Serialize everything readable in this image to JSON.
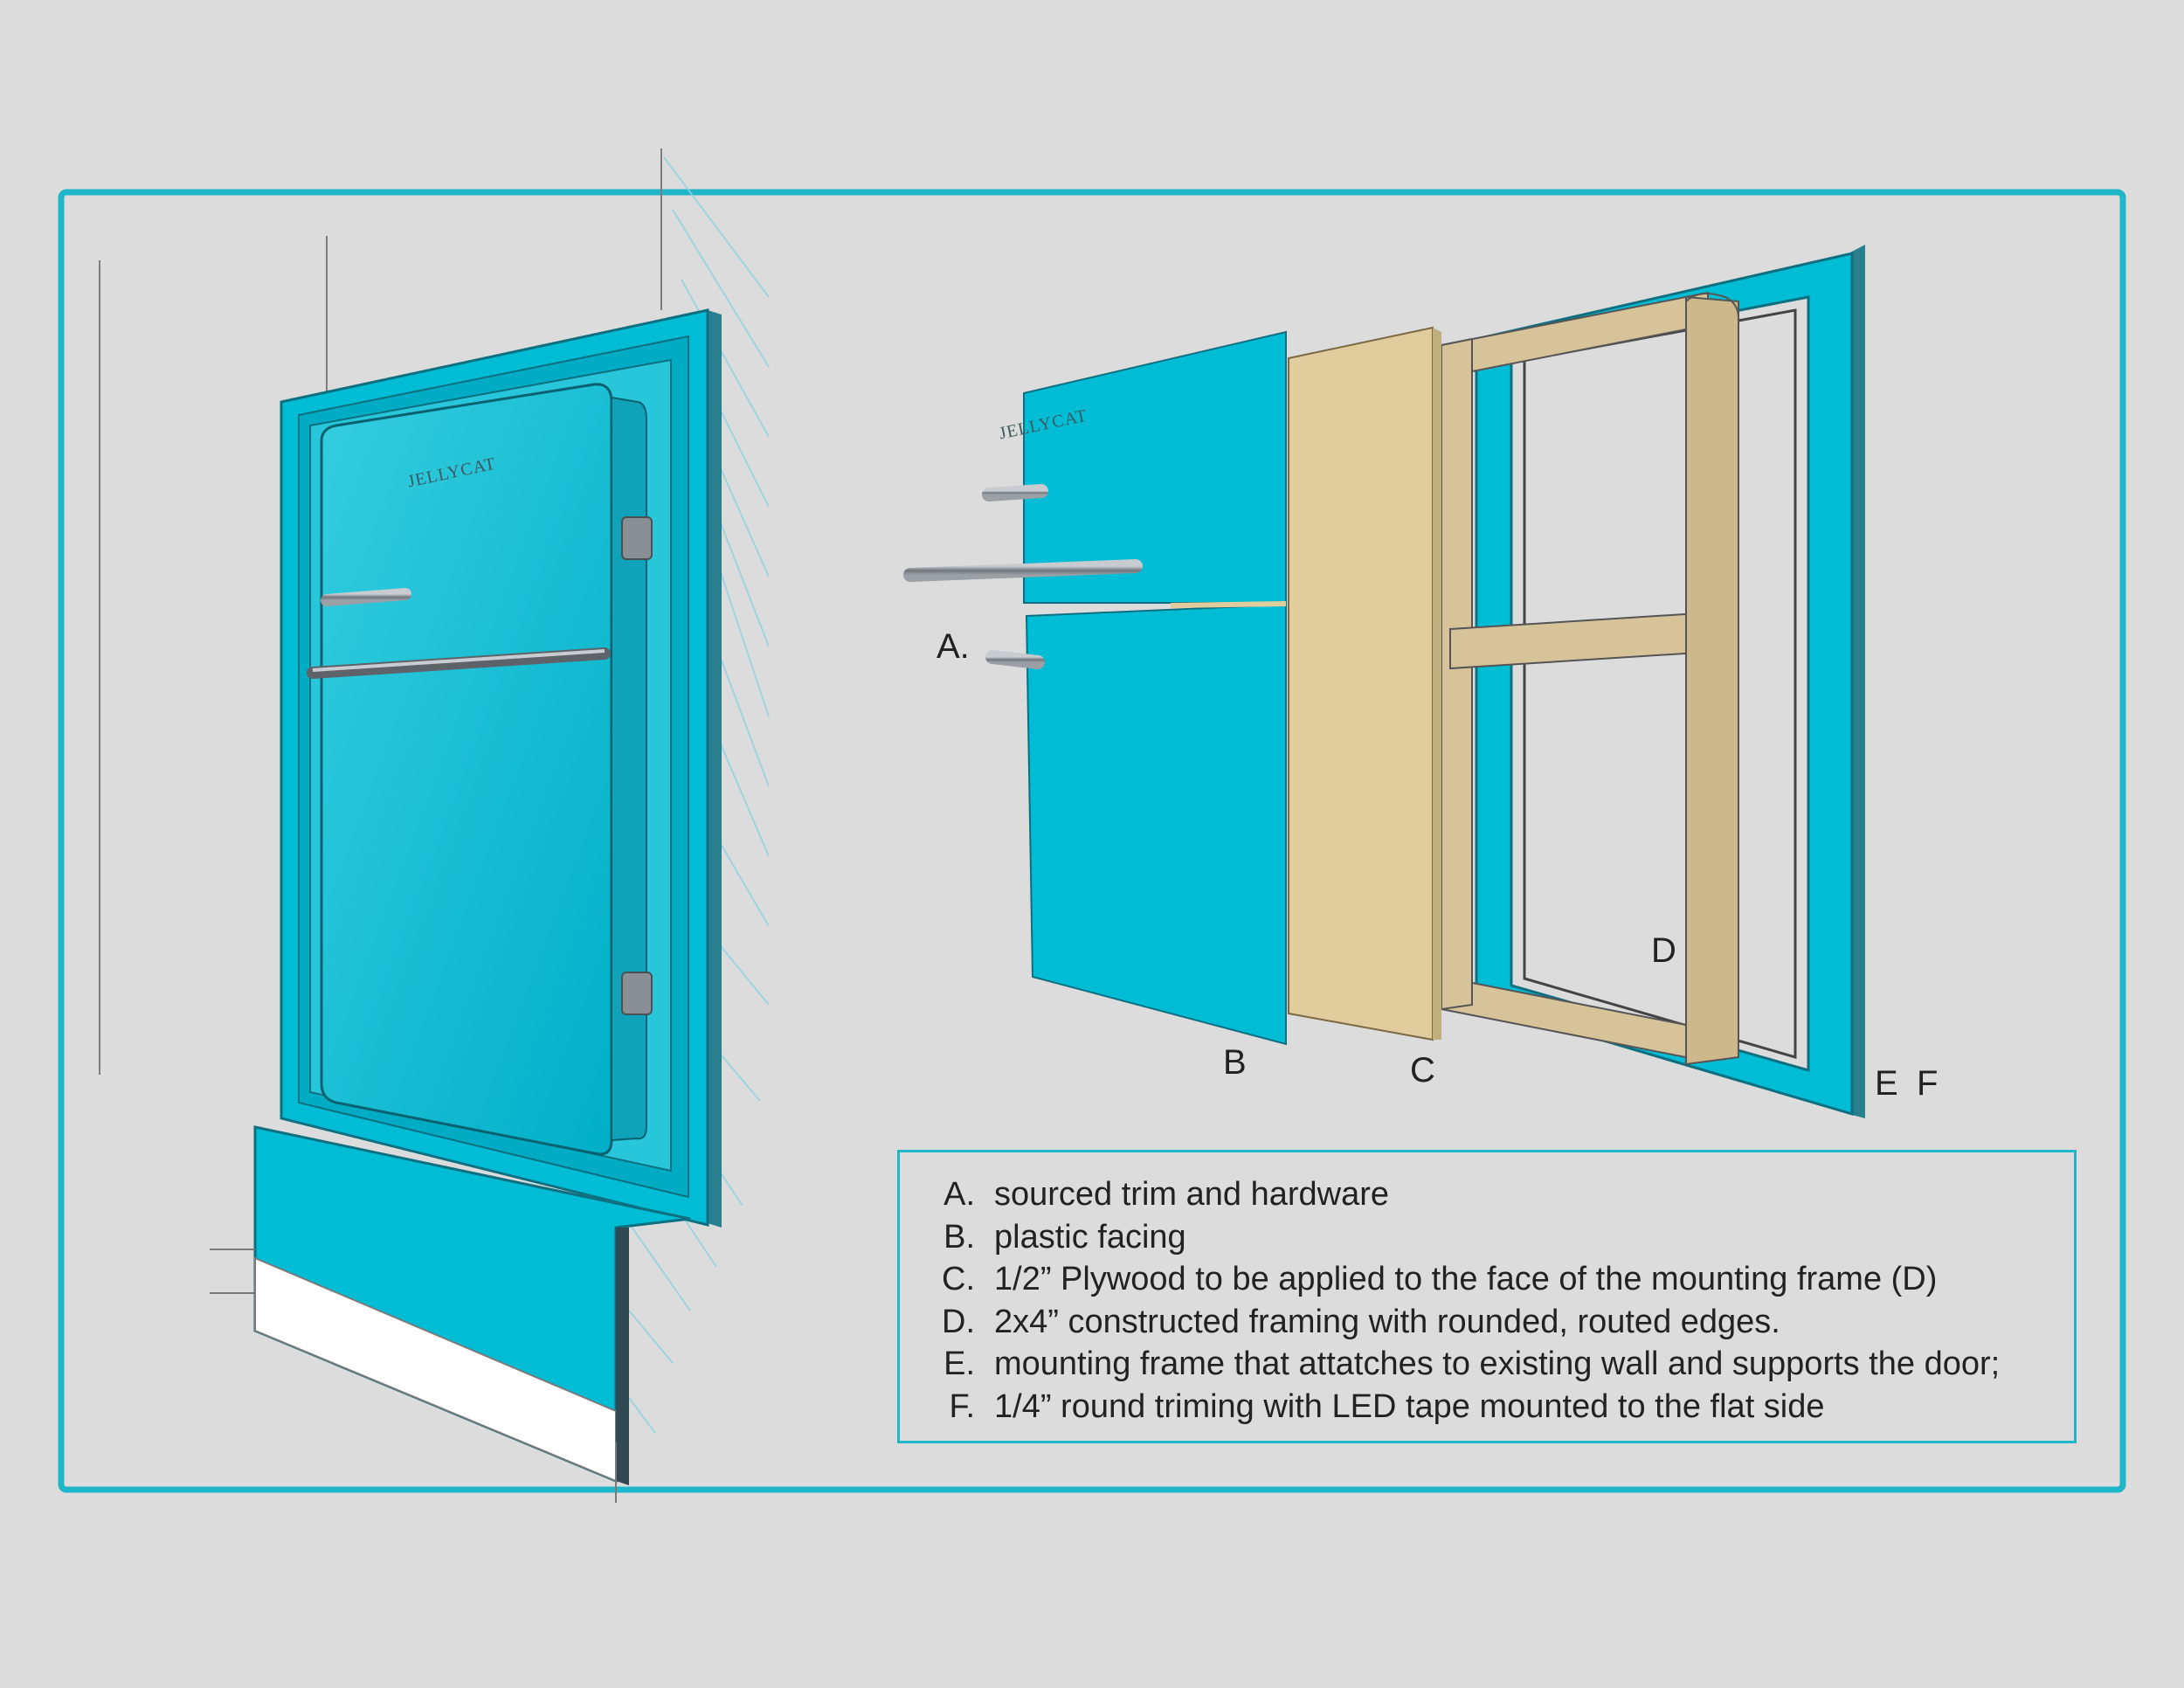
{
  "colors": {
    "background": "#dcdcdc",
    "border": "#1fb6c9",
    "plastic": "#00bcd4",
    "plywood": "#e0cc9c",
    "frame_wood": "#d6c39a",
    "hardware": "#8a8f95"
  },
  "logo_text": "JELLYCAT",
  "callouts": {
    "a": "A.",
    "b": "B",
    "c": "C",
    "d": "D",
    "e": "E",
    "f": "F"
  },
  "legend": [
    {
      "letter": "A.",
      "text": "sourced trim and hardware"
    },
    {
      "letter": "B.",
      "text": "plastic facing"
    },
    {
      "letter": "C.",
      "text": "1/2” Plywood to be applied to the face of the mounting frame (D)"
    },
    {
      "letter": "D.",
      "text": "2x4” constructed framing with rounded, routed edges."
    },
    {
      "letter": "E.",
      "text": "mounting frame that attatches to existing wall and supports the door;"
    },
    {
      "letter": "F.",
      "text": "1/4” round triming with LED tape mounted to the flat side"
    }
  ]
}
